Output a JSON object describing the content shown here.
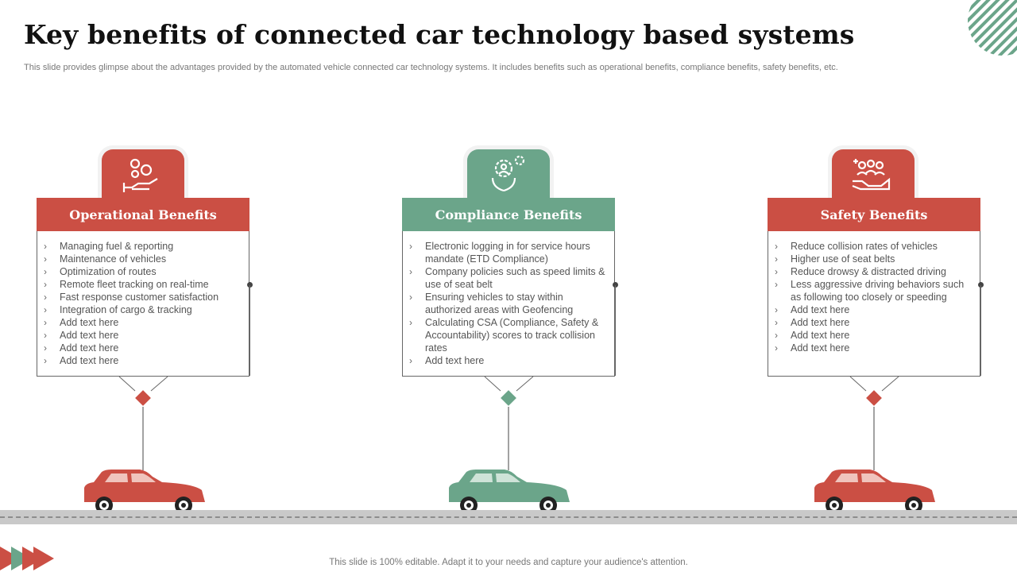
{
  "title": "Key benefits of connected car technology based systems",
  "subtitle": "This slide provides glimpse about the advantages provided by the automated vehicle connected car technology systems. It includes benefits such as operational benefits, compliance benefits, safety benefits, etc.",
  "footer": "This slide is 100% editable. Adapt it to your needs and capture your audience's attention.",
  "colors": {
    "red": "#cb4f44",
    "green": "#6ba58a",
    "road": "#c9c9c9",
    "text": "#555555"
  },
  "bullet_glyph": "›",
  "cards": [
    {
      "heading": "Operational Benefits",
      "color": "red",
      "icon": "hand-gears-icon",
      "items": [
        "Managing fuel & reporting",
        "Maintenance of vehicles",
        "Optimization of routes",
        "Remote fleet tracking on real-time",
        "Fast response customer satisfaction",
        "Integration of cargo & tracking",
        "Add text here",
        "Add text here",
        "Add text here",
        "Add text here"
      ]
    },
    {
      "heading": "Compliance Benefits",
      "color": "green",
      "icon": "gear-person-hands-icon",
      "items": [
        "Electronic logging in for service hours mandate (ETD Compliance)",
        "Company policies such as speed limits & use of seat belt",
        "Ensuring vehicles to stay within authorized areas with Geofencing",
        "Calculating CSA (Compliance, Safety & Accountability) scores to track collision rates",
        "Add text here"
      ]
    },
    {
      "heading": "Safety Benefits",
      "color": "red",
      "icon": "hand-people-icon",
      "items": [
        "Reduce collision rates of vehicles",
        "Higher use of seat belts",
        "Reduce drowsy & distracted driving",
        "Less aggressive driving behaviors such as following too closely or speeding",
        "Add text here",
        "Add text here",
        "Add text here",
        "Add text here"
      ]
    }
  ]
}
